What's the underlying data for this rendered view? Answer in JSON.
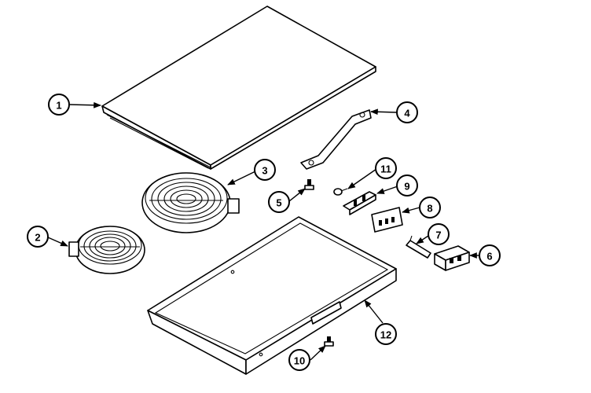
{
  "callouts": [
    {
      "label": "1",
      "part": "cooktop-glass-top"
    },
    {
      "label": "2",
      "part": "small-burner-element"
    },
    {
      "label": "3",
      "part": "large-burner-element"
    },
    {
      "label": "4",
      "part": "mounting-bracket"
    },
    {
      "label": "5",
      "part": "screw"
    },
    {
      "label": "6",
      "part": "terminal-block"
    },
    {
      "label": "7",
      "part": "clip"
    },
    {
      "label": "8",
      "part": "switch-plate"
    },
    {
      "label": "9",
      "part": "bracket-small"
    },
    {
      "label": "10",
      "part": "screw-bottom"
    },
    {
      "label": "11",
      "part": "screw-small"
    },
    {
      "label": "12",
      "part": "bottom-pan"
    }
  ]
}
